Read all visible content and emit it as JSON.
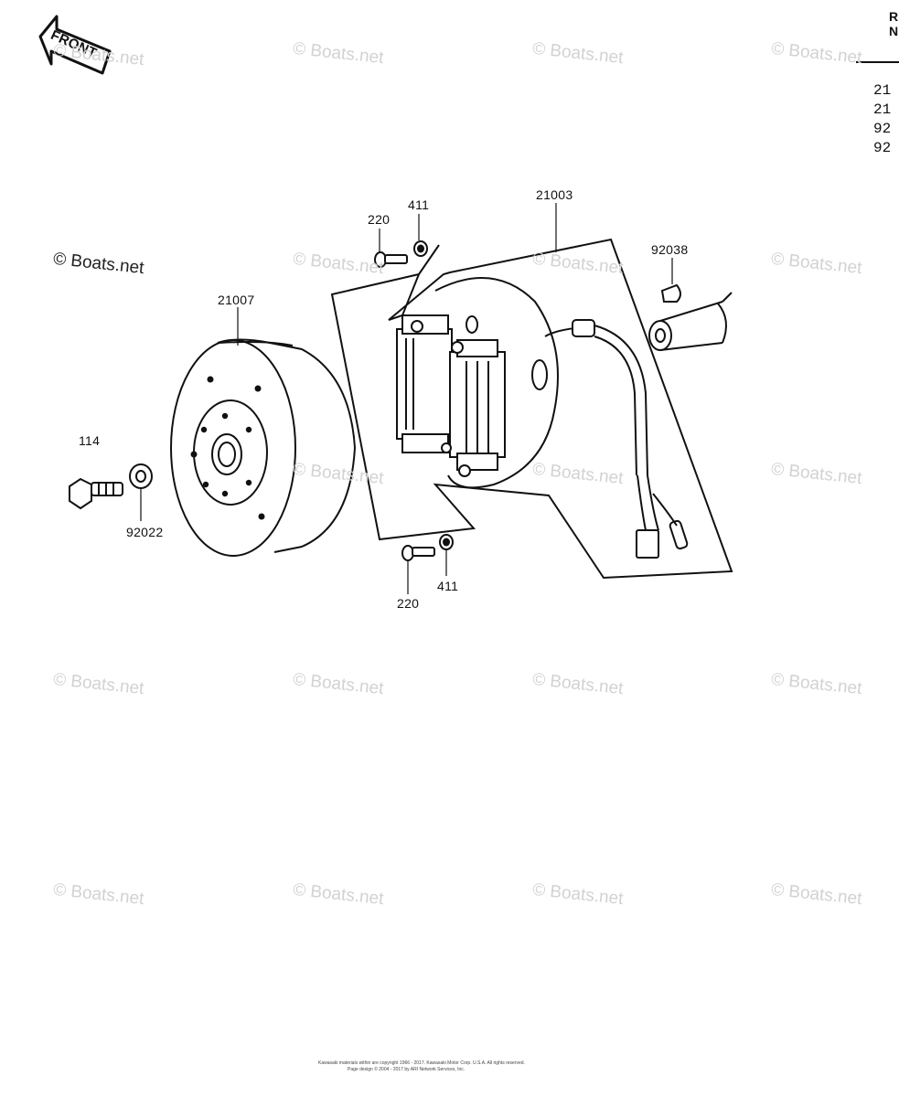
{
  "watermark": "© Boats.net",
  "front_label": "FRONT",
  "callouts": {
    "n220_top": "220",
    "n411_top": "411",
    "n21003": "21003",
    "n92038": "92038",
    "n21007": "21007",
    "n114": "114",
    "n92022": "92022",
    "n220_bottom": "220",
    "n411_bottom": "411"
  },
  "side_column": {
    "header_1": "R",
    "header_2": "N",
    "rows": [
      "21",
      "21",
      "92",
      "92"
    ]
  },
  "footer": {
    "line1": "Kawasaki materials within are copyright 1966 - 2017. Kawasaki Motor Corp. U.S.A. All rights reserved.",
    "line2": "Page design © 2004 - 2017 by ARI Network Services, Inc."
  }
}
